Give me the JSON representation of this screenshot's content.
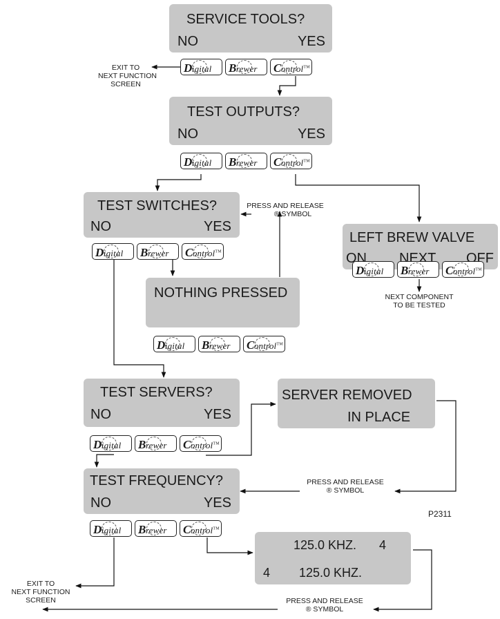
{
  "screens": {
    "service_tools": {
      "title": "SERVICE TOOLS?",
      "no": "NO",
      "yes": "YES"
    },
    "test_outputs": {
      "title": "TEST OUTPUTS?",
      "no": "NO",
      "yes": "YES"
    },
    "test_switches": {
      "title": "TEST SWITCHES?",
      "no": "NO",
      "yes": "YES"
    },
    "nothing_pressed": {
      "title": "NOTHING PRESSED"
    },
    "left_brew_valve": {
      "title": "LEFT BREW VALVE",
      "on": "ON",
      "next": "NEXT",
      "off": "OFF"
    },
    "test_servers": {
      "title": "TEST SERVERS?",
      "no": "NO",
      "yes": "YES"
    },
    "server_removed": {
      "title": "SERVER REMOVED",
      "in_place": "IN PLACE"
    },
    "test_frequency": {
      "title": "TEST FREQUENCY?",
      "no": "NO",
      "yes": "YES"
    },
    "khz": {
      "line1": "125.0 KHZ.",
      "line1_end": "4",
      "line2_start": "4",
      "line2": "125.0 KHZ."
    }
  },
  "keys": {
    "digital_initial": "D",
    "digital_rest": "igital",
    "brewer_initial": "B",
    "brewer_rest": "rewer",
    "control_initial": "C",
    "control_rest": "ontrol",
    "tm": "TM"
  },
  "notes": {
    "exit_to_1": "EXIT TO",
    "next_function_1": "NEXT FUNCTION",
    "screen_1": "SCREEN",
    "press_release_1": "PRESS AND RELEASE",
    "symbol_1": "® SYMBOL",
    "next_component": "NEXT COMPONENT",
    "to_be_tested": "TO BE TESTED",
    "press_release_2": "PRESS AND RELEASE",
    "symbol_2": "® SYMBOL",
    "figure_id": "P2311",
    "exit_to_2": "EXIT TO",
    "next_function_2": "NEXT FUNCTION",
    "screen_2": "SCREEN",
    "press_release_3": "PRESS AND RELEASE",
    "symbol_3": "® SYMBOL"
  }
}
